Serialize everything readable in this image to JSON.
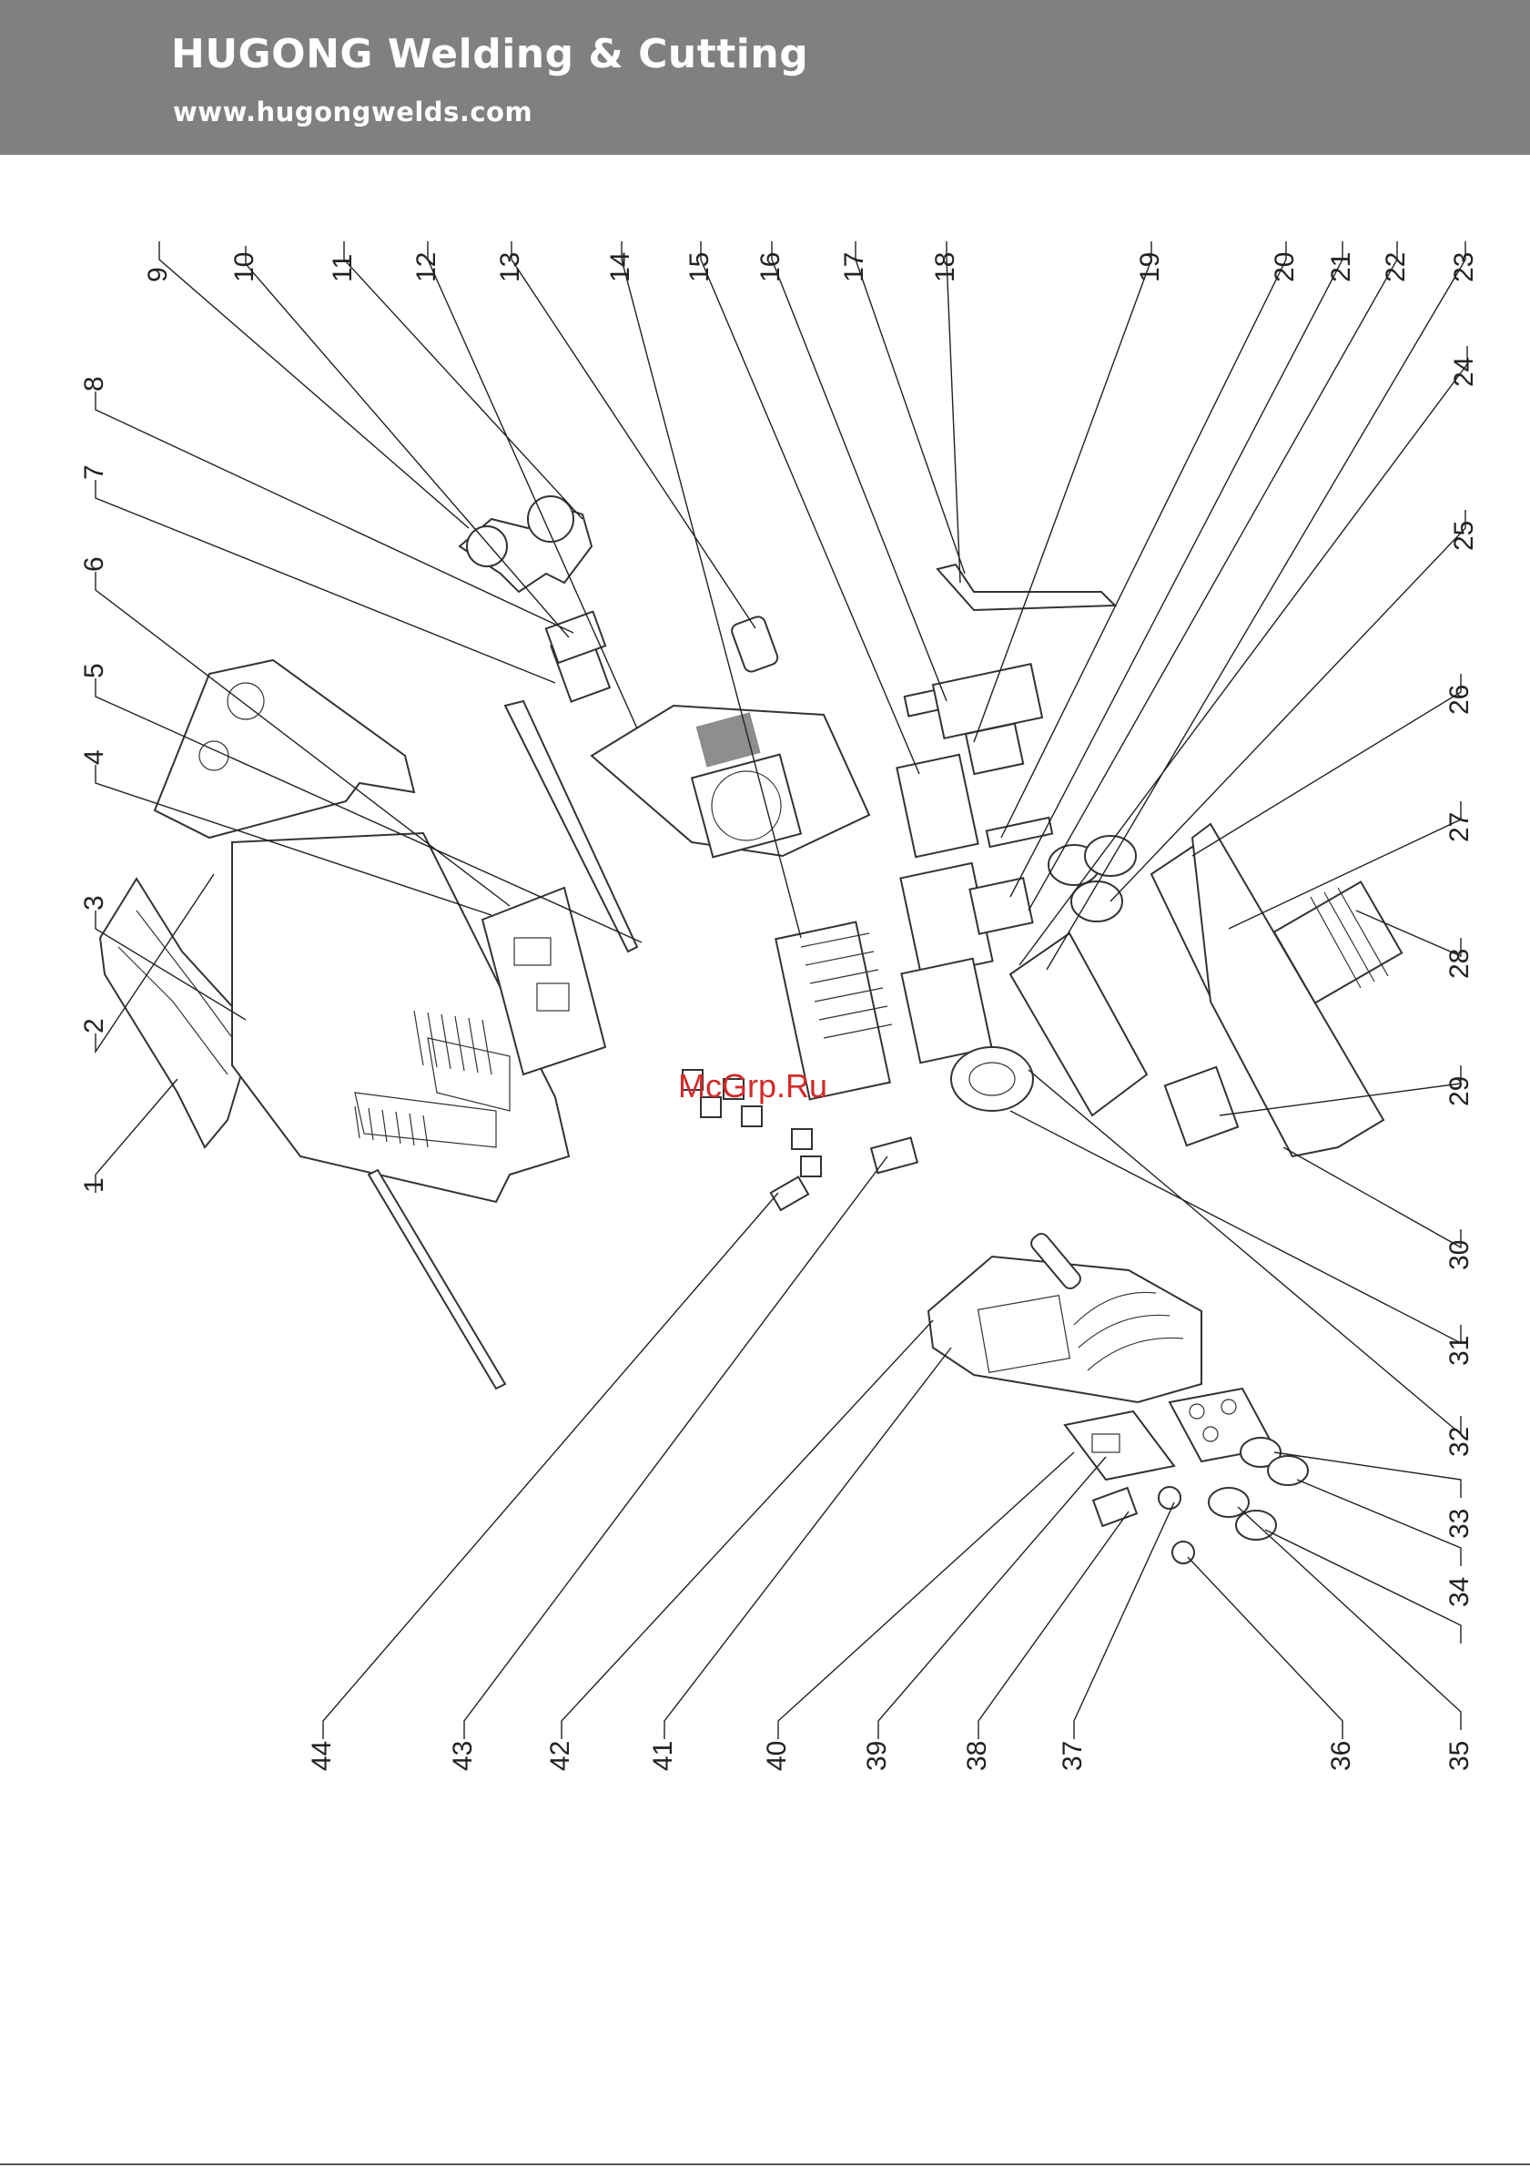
{
  "header": {
    "title": "HUGONG Welding & Cutting",
    "url": "www.hugongwelds.com"
  },
  "colors": {
    "header_bg": "#808080",
    "header_text": "#ffffff",
    "watermark": "#d42a2a"
  },
  "watermark": "McGrp.Ru",
  "part_numbers": [
    "1",
    "2",
    "3",
    "4",
    "5",
    "6",
    "7",
    "8",
    "9",
    "10",
    "11",
    "12",
    "13",
    "14",
    "15",
    "16",
    "17",
    "18",
    "19",
    "20",
    "21",
    "22",
    "23",
    "24",
    "25",
    "26",
    "27",
    "28",
    "29",
    "30",
    "31",
    "32",
    "33",
    "34",
    "35",
    "36",
    "37",
    "38",
    "39",
    "40",
    "41",
    "42",
    "43",
    "44"
  ]
}
